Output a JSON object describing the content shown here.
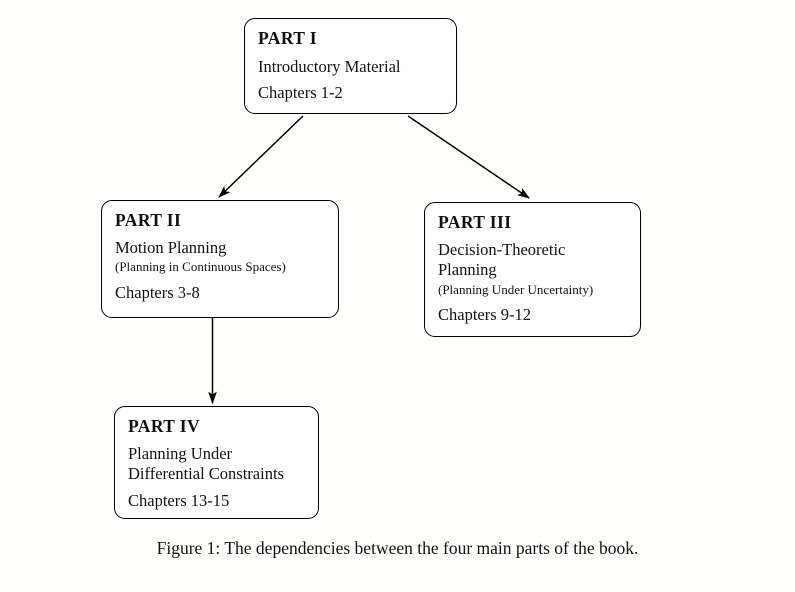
{
  "figure": {
    "caption": "Figure 1:  The dependencies between the four main parts of the book.",
    "background_color": "#fffffe",
    "line_color": "#000000",
    "text_color": "#111111"
  },
  "nodes": [
    {
      "id": "part-i",
      "title": "PART I",
      "description": "Introductory Material",
      "subtitle": "",
      "chapters": "Chapters 1-2"
    },
    {
      "id": "part-ii",
      "title": "PART II",
      "description": "Motion Planning",
      "subtitle": "(Planning in Continuous Spaces)",
      "chapters": "Chapters 3-8"
    },
    {
      "id": "part-iii",
      "title": "PART III",
      "description": "Decision-Theoretic",
      "description2": "Planning",
      "subtitle": "(Planning Under Uncertainty)",
      "chapters": "Chapters 9-12"
    },
    {
      "id": "part-iv",
      "title": "PART IV",
      "description": "Planning Under",
      "description2": "Differential Constraints",
      "chapters": "Chapters 13-15"
    }
  ],
  "edges": [
    {
      "id": "edge-part-i-to-part-ii",
      "from": "part-i",
      "to": "part-ii"
    },
    {
      "id": "edge-part-i-to-part-iii",
      "from": "part-i",
      "to": "part-iii"
    },
    {
      "id": "edge-part-ii-to-part-iv",
      "from": "part-ii",
      "to": "part-iv"
    }
  ]
}
